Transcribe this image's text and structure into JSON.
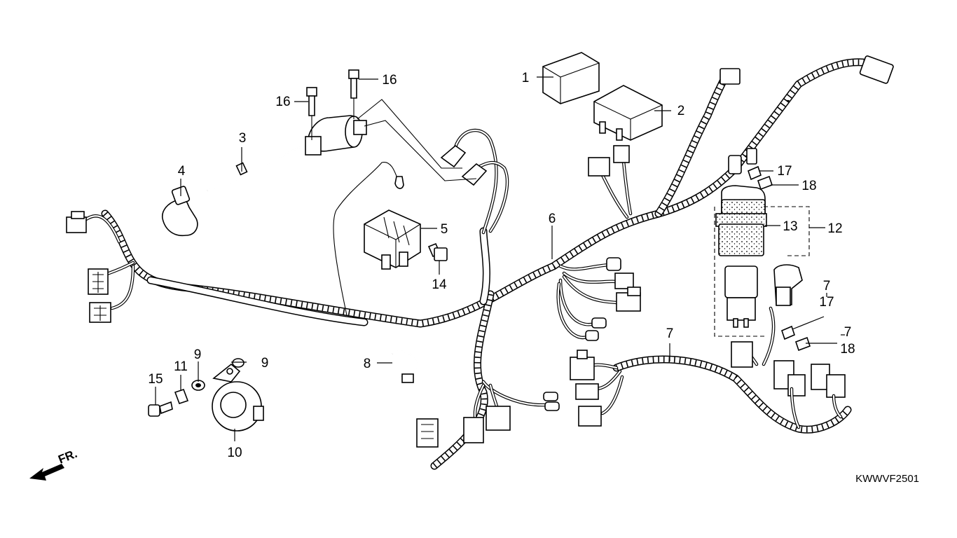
{
  "diagram": {
    "callouts": {
      "c1": "1",
      "c2": "2",
      "c3": "3",
      "c4": "4",
      "c5": "5",
      "c6": "6",
      "c7a": "7",
      "c7b": "7",
      "c7c": "7",
      "c8": "8",
      "c9a": "9",
      "c9b": "9",
      "c10": "10",
      "c11": "11",
      "c12": "12",
      "c13": "13",
      "c14": "14",
      "c15": "15",
      "c16a": "16",
      "c16b": "16",
      "c17a": "17",
      "c17b": "17",
      "c18a": "18",
      "c18b": "18"
    },
    "front_marker": "FR.",
    "diagram_code": "KWWVF2501"
  }
}
